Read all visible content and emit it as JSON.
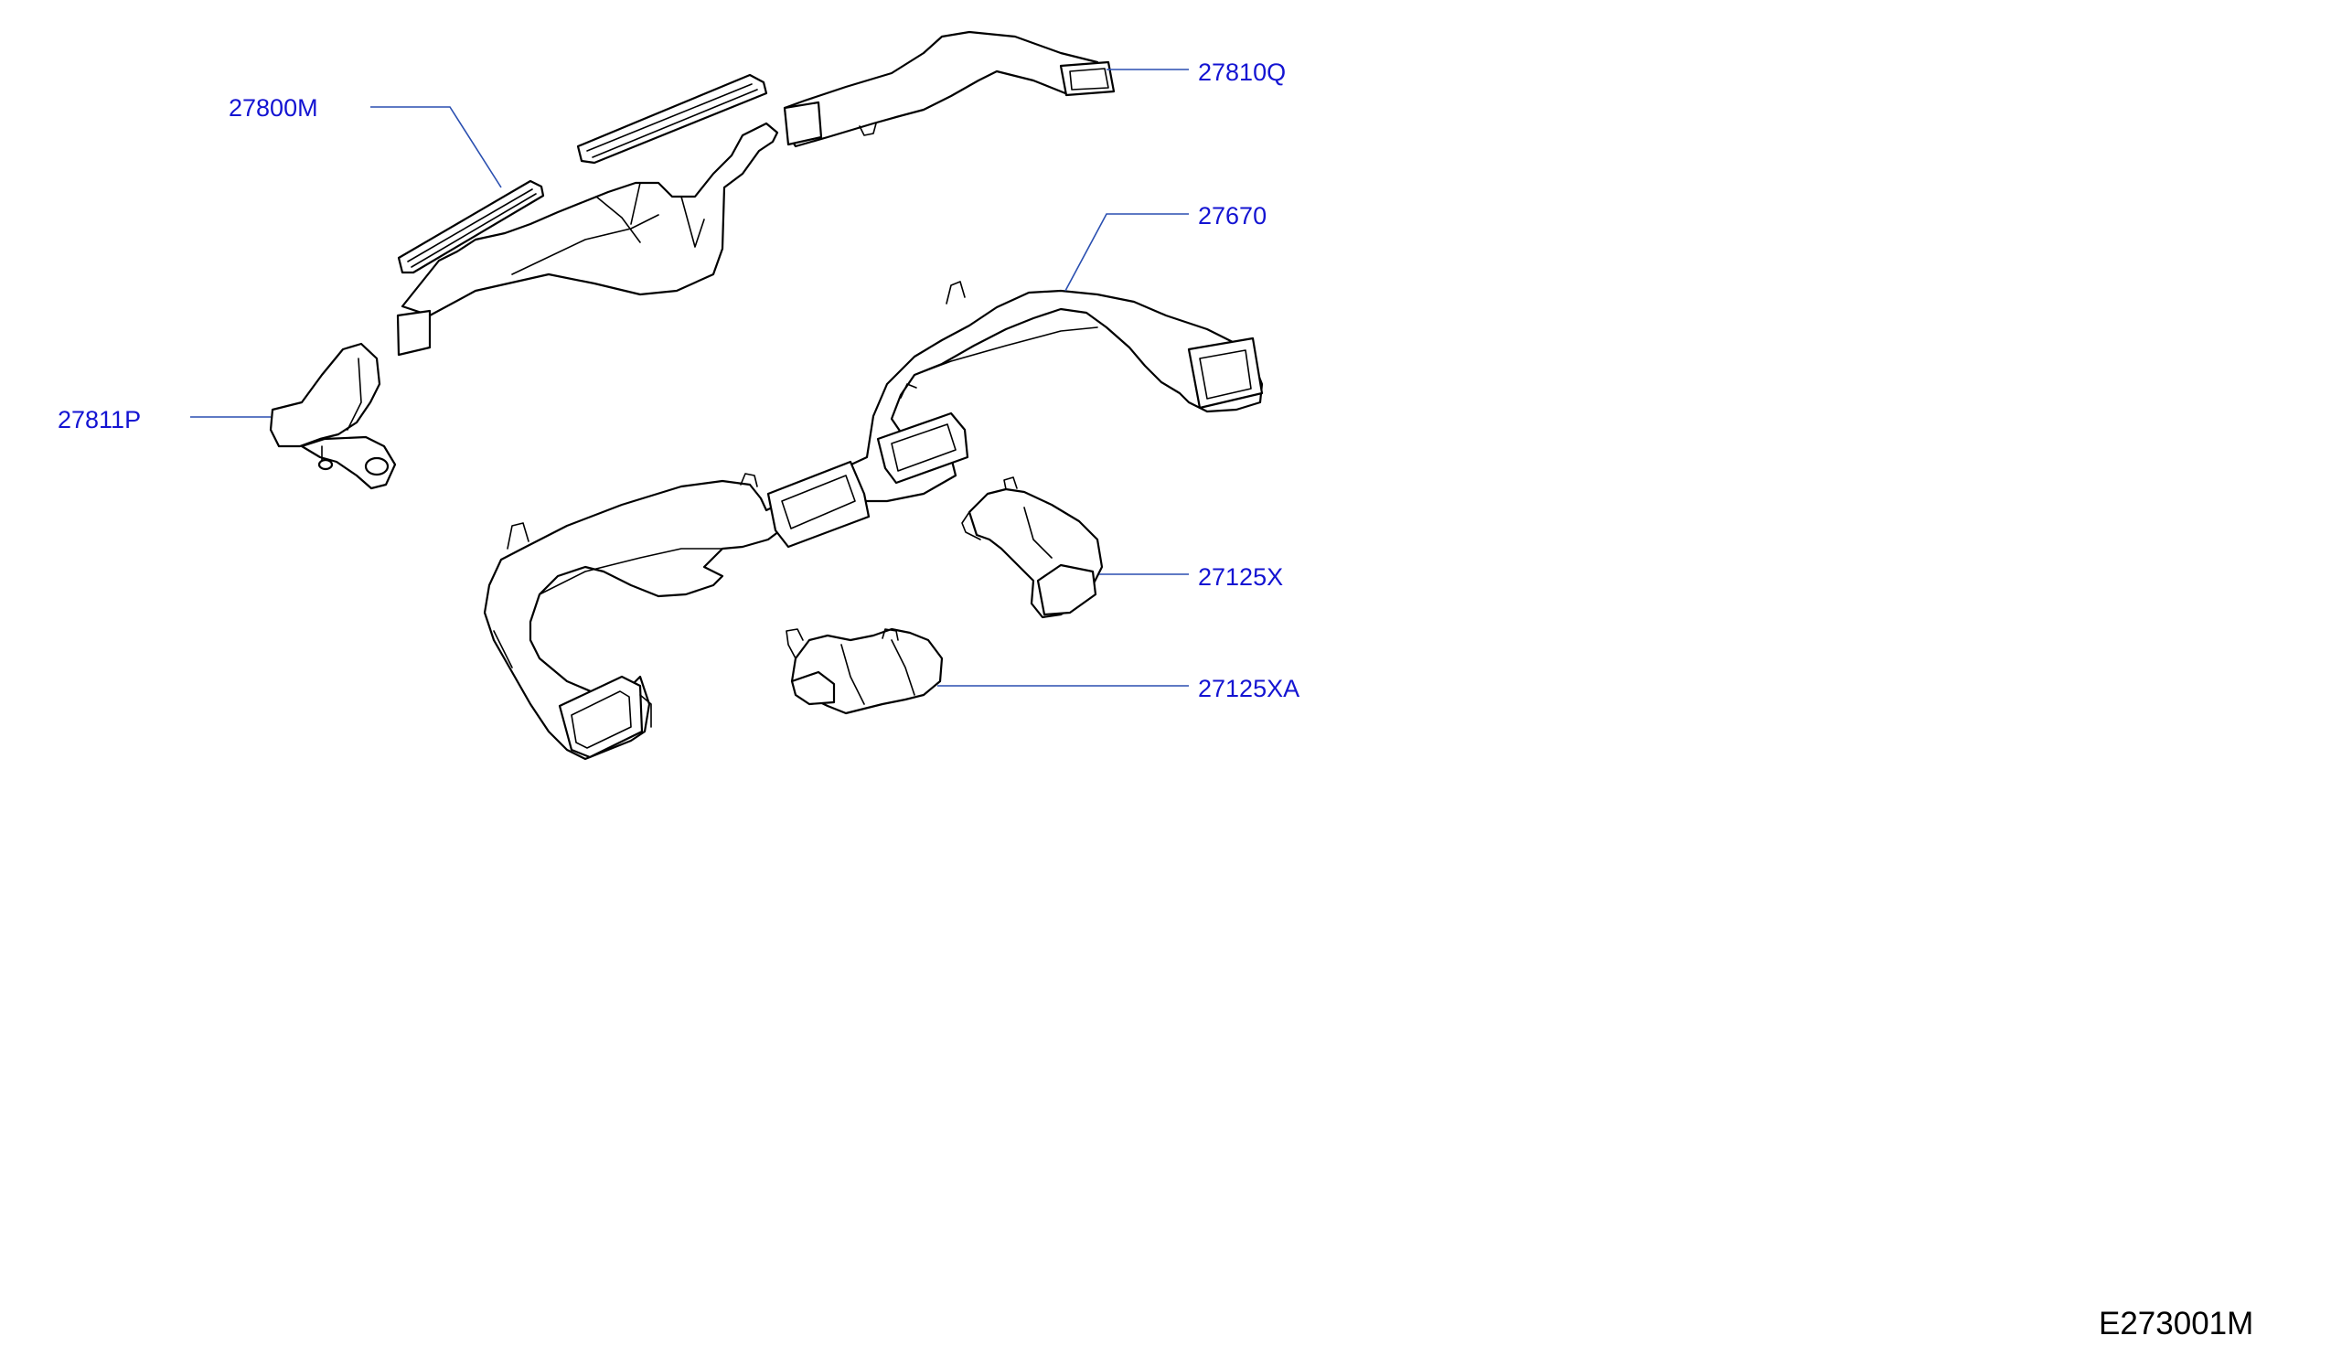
{
  "diagram": {
    "parts": [
      {
        "id": "27800M"
      },
      {
        "id": "27810Q"
      },
      {
        "id": "27670"
      },
      {
        "id": "27811P"
      },
      {
        "id": "27125X"
      },
      {
        "id": "27125XA"
      }
    ],
    "reference_code": "E273001M"
  }
}
